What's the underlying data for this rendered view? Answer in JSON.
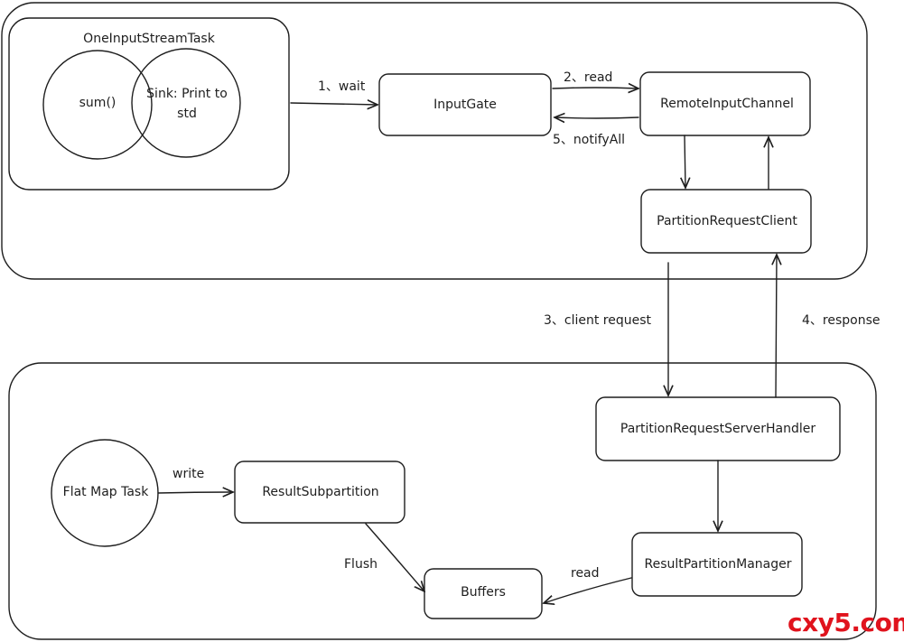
{
  "diagram": {
    "upper_task": {
      "title": "OneInputStreamTask",
      "sum": "sum()",
      "sink": "Sink: Print to std"
    },
    "nodes": {
      "input_gate": "InputGate",
      "remote_input_channel": "RemoteInputChannel",
      "partition_request_client": "PartitionRequestClient",
      "partition_request_server_handler": "PartitionRequestServerHandler",
      "result_partition_manager": "ResultPartitionManager",
      "result_subpartition": "ResultSubpartition",
      "buffers": "Buffers",
      "flat_map_task": "Flat Map Task"
    },
    "edges": {
      "wait": "1、wait",
      "read_channel": "2、read",
      "notify_all": "5、notifyAll",
      "client_request": "3、client request",
      "response": "4、response",
      "write": "write",
      "flush": "Flush",
      "read_manager": "read"
    }
  },
  "watermark": "cxy5.com",
  "colors": {
    "stroke": "#1e1e1e",
    "watermark": "#e0131d"
  }
}
